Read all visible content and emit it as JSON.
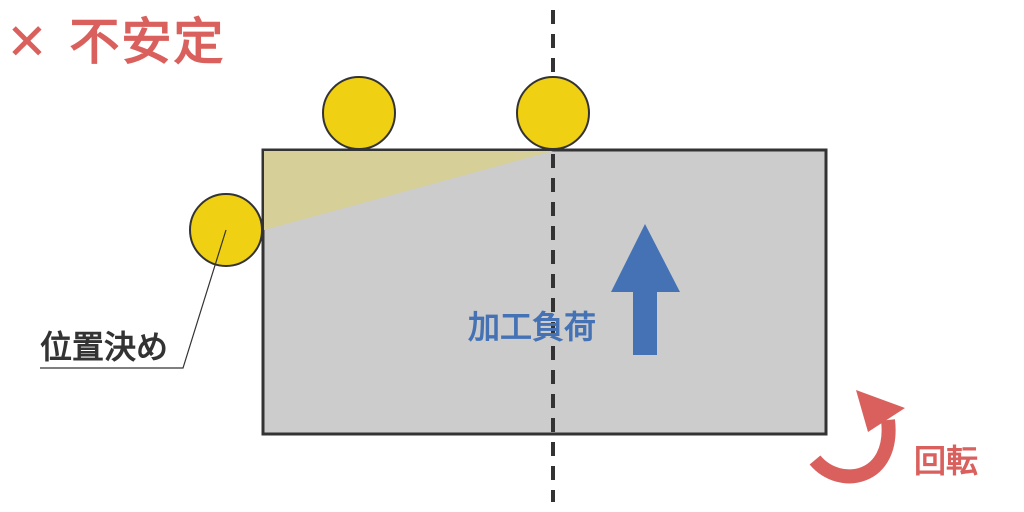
{
  "title": {
    "mark": "✕",
    "text": "不安定"
  },
  "labels": {
    "positioning": "位置決め",
    "load": "加工負荷",
    "rotation": "回転"
  },
  "colors": {
    "red": "#d9605c",
    "blue": "#4472b4",
    "yellow": "#f0d012",
    "workpiece": "#cccccc",
    "wedge": "#d6cf98"
  }
}
